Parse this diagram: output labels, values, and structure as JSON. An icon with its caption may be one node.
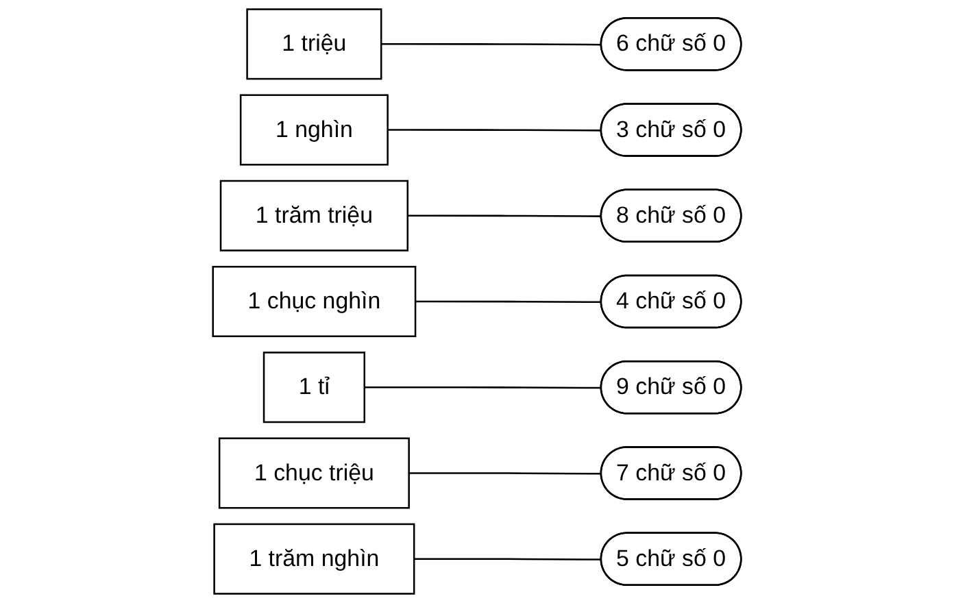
{
  "diagram": {
    "nodes": [
      {
        "text": [
          "1 triệu"
        ]
      },
      {
        "text": [
          "1 nghìn"
        ]
      },
      {
        "text": [
          "1 trăm triệu"
        ]
      },
      {
        "text": [
          "1 chục nghìn"
        ]
      },
      {
        "text": [
          "1 tỉ"
        ]
      },
      {
        "text": [
          "1 chục triệu"
        ]
      },
      {
        "text": [
          "1 trăm nghìn"
        ]
      },
      {
        "text": [
          "3 chữ số 0"
        ]
      },
      {
        "text": [
          "8 chữ số 0"
        ]
      },
      {
        "text": [
          "6 chữ số 0"
        ]
      },
      {
        "text": [
          "4 chữ số 0"
        ]
      },
      {
        "text": [
          "7 chữ số 0"
        ]
      },
      {
        "text": [
          "5 chữ số 0"
        ]
      },
      {
        "text": [
          "9 chữ số 0"
        ]
      }
    ],
    "edges": [
      {
        "from": 0,
        "to": 9,
        "arrow": "none"
      },
      {
        "from": 1,
        "to": 7,
        "arrow": "none"
      },
      {
        "from": 2,
        "to": 8,
        "arrow": "none"
      },
      {
        "from": 3,
        "to": 10,
        "arrow": "none"
      },
      {
        "from": 4,
        "to": 13,
        "arrow": "none"
      },
      {
        "from": 5,
        "to": 11,
        "arrow": "none"
      },
      {
        "from": 6,
        "to": 12,
        "arrow": "none"
      }
    ]
  }
}
